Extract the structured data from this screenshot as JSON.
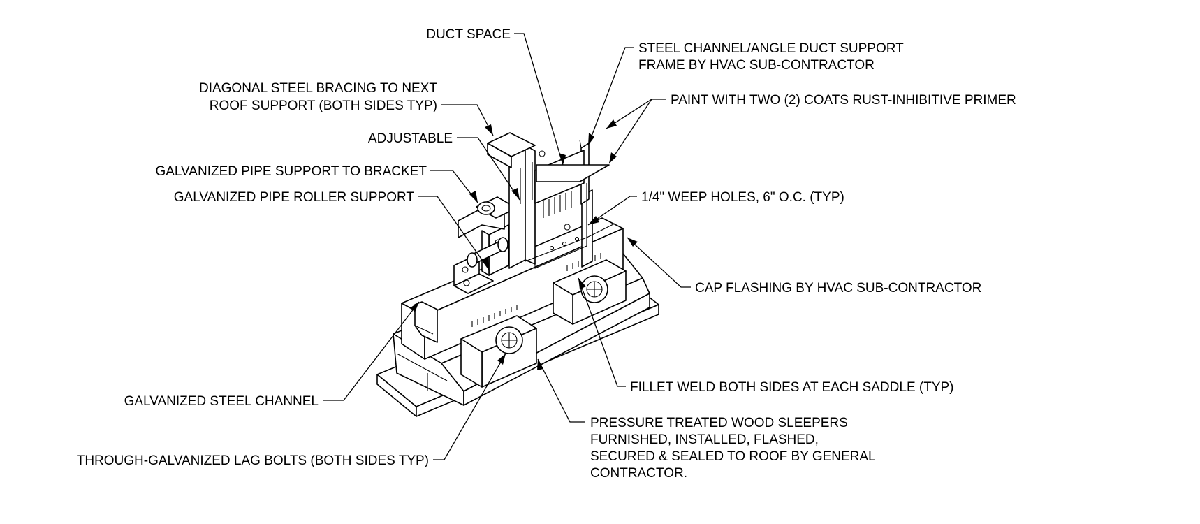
{
  "callouts": {
    "duct_space": "DUCT SPACE",
    "support_frame_1": "STEEL CHANNEL/ANGLE DUCT SUPPORT",
    "support_frame_2": "FRAME BY HVAC SUB-CONTRACTOR",
    "diagonal_bracing_1": "DIAGONAL STEEL BRACING TO NEXT",
    "diagonal_bracing_2": "ROOF SUPPORT (BOTH SIDES TYP)",
    "paint": "PAINT WITH TWO (2) COATS RUST-INHIBITIVE PRIMER",
    "adjustable": "ADJUSTABLE",
    "pipe_support": "GALVANIZED PIPE SUPPORT TO BRACKET",
    "pipe_roller": "GALVANIZED PIPE ROLLER SUPPORT",
    "weep_holes": "1/4\" WEEP HOLES, 6\" O.C. (TYP)",
    "cap_flashing": "CAP FLASHING BY HVAC SUB-CONTRACTOR",
    "fillet_weld": "FILLET WELD BOTH SIDES AT EACH SADDLE (TYP)",
    "steel_channel": "GALVANIZED STEEL CHANNEL",
    "sleepers_1": "PRESSURE TREATED WOOD SLEEPERS",
    "sleepers_2": "FURNISHED, INSTALLED, FLASHED,",
    "sleepers_3": "SECURED & SEALED TO ROOF BY GENERAL",
    "sleepers_4": "CONTRACTOR.",
    "lag_bolts": "THROUGH-GALVANIZED LAG BOLTS (BOTH SIDES TYP)"
  },
  "colors": {
    "ink": "#000000",
    "paper": "#ffffff"
  }
}
